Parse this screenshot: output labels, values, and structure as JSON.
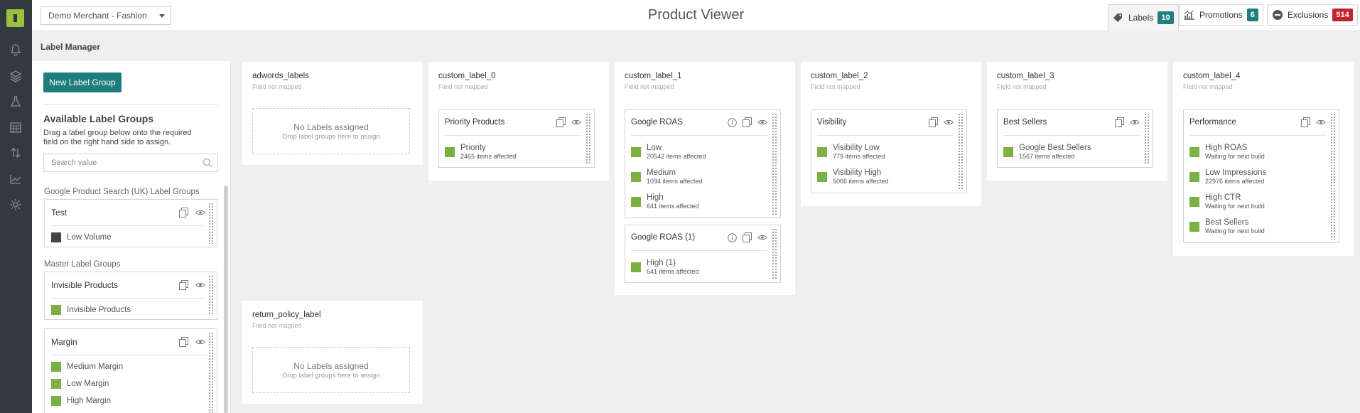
{
  "header": {
    "merchant": "Demo Merchant - Fashion",
    "title": "Product Viewer",
    "tabs": [
      {
        "label": "Labels",
        "count": "10",
        "color": "#1f7f7d",
        "icon": "tag-icon"
      },
      {
        "label": "Promotions",
        "count": "6",
        "color": "#1f7f7d",
        "icon": "bar-chart-icon"
      },
      {
        "label": "Exclusions",
        "count": "514",
        "color": "#c0232c",
        "icon": "minus-circle-icon"
      }
    ]
  },
  "sidebar": {
    "icons": [
      "bell-icon",
      "layers-icon",
      "flask-icon",
      "calendar-icon",
      "sort-arrows-icon",
      "chart-icon",
      "gear-icon"
    ]
  },
  "page": {
    "heading": "Label Manager"
  },
  "left_panel": {
    "new_button": "New Label Group",
    "available_title": "Available Label Groups",
    "available_desc": "Drag a label group below onto the required field on the right hand side to assign.",
    "search_placeholder": "Search value",
    "sections": [
      {
        "title": "Google Product Search (UK) Label Groups",
        "groups": [
          {
            "name": "Test",
            "labels": [
              {
                "name": "Low Volume",
                "color": "#454545"
              }
            ]
          }
        ]
      },
      {
        "title": "Master Label Groups",
        "groups": [
          {
            "name": "Invisible Products",
            "labels": [
              {
                "name": "Invisible Products",
                "color": "#7db043"
              }
            ]
          },
          {
            "name": "Margin",
            "labels": [
              {
                "name": "Medium Margin",
                "color": "#7db043"
              },
              {
                "name": "Low Margin",
                "color": "#7db043"
              },
              {
                "name": "High Margin",
                "color": "#7db043"
              }
            ]
          }
        ]
      }
    ]
  },
  "fields": [
    {
      "name": "adwords_labels",
      "sub": "Field not mapped",
      "empty_title": "No Labels assigned",
      "empty_sub": "Drop label groups here to assign"
    },
    {
      "name": "custom_label_0",
      "sub": "Field not mapped",
      "cards": [
        {
          "name": "Priority Products",
          "info": false,
          "labels": [
            {
              "name": "Priority",
              "count": "2465 items affected"
            }
          ]
        }
      ]
    },
    {
      "name": "custom_label_1",
      "sub": "Field not mapped",
      "cards": [
        {
          "name": "Google ROAS",
          "info": true,
          "labels": [
            {
              "name": "Low",
              "count": "20542 items affected"
            },
            {
              "name": "Medium",
              "count": "1094 items affected"
            },
            {
              "name": "High",
              "count": "641 items affected"
            }
          ]
        },
        {
          "name": "Google ROAS (1)",
          "info": true,
          "labels": [
            {
              "name": "High (1)",
              "count": "641 items affected"
            }
          ]
        }
      ]
    },
    {
      "name": "custom_label_2",
      "sub": "Field not mapped",
      "cards": [
        {
          "name": "Visibility",
          "info": false,
          "labels": [
            {
              "name": "Visibility Low",
              "count": "779 items affected"
            },
            {
              "name": "Visibility High",
              "count": "5066 items affected"
            }
          ]
        }
      ]
    },
    {
      "name": "custom_label_3",
      "sub": "Field not mapped",
      "cards": [
        {
          "name": "Best Sellers",
          "info": false,
          "labels": [
            {
              "name": "Google Best Sellers",
              "count": "1567 items affected"
            }
          ]
        }
      ]
    },
    {
      "name": "custom_label_4",
      "sub": "Field not mapped",
      "cards": [
        {
          "name": "Performance",
          "info": false,
          "labels": [
            {
              "name": "High ROAS",
              "count": "Waiting for next build"
            },
            {
              "name": "Low Impressions",
              "count": "22976 items affected"
            },
            {
              "name": "High CTR",
              "count": "Waiting for next build"
            },
            {
              "name": "Best Sellers",
              "count": "Waiting for next build"
            }
          ]
        }
      ]
    },
    {
      "name": "return_policy_label",
      "sub": "Field not mapped",
      "empty_title": "No Labels assigned",
      "empty_sub": "Drop label groups here to assign"
    }
  ],
  "colors": {
    "accent": "#1e7e7b",
    "label_green": "#7db043",
    "rail": "#333a3f",
    "logo": "#9bc03f"
  }
}
